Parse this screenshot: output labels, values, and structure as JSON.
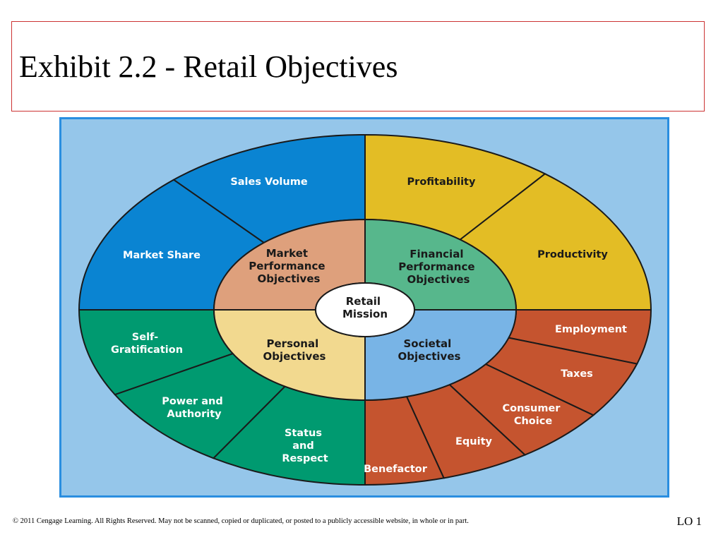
{
  "slide": {
    "title": "Exhibit 2.2 - Retail Objectives",
    "copyright": "© 2011 Cengage Learning. All Rights Reserved. May not be scanned, copied or duplicated, or posted to a publicly accessible website, in whole or in part.",
    "lo_label": "LO 1"
  },
  "colors": {
    "frame_background": "#95c6ea",
    "frame_border": "#2a8ee0",
    "market_outer": "#0a84d2",
    "market_inner": "#dea07c",
    "financial_outer": "#e3bd25",
    "financial_inner": "#57b78c",
    "personal_outer": "#009a70",
    "personal_inner": "#f2d98f",
    "societal_outer": "#c5542f",
    "societal_inner": "#78b4e6",
    "center": "#ffffff"
  },
  "diagram": {
    "center": {
      "lines": [
        "Retail",
        "Mission"
      ]
    },
    "quadrants": [
      {
        "id": "market",
        "inner_lines": [
          "Market",
          "Performance",
          "Objectives"
        ],
        "outer": [
          {
            "lines": [
              "Sales Volume"
            ]
          },
          {
            "lines": [
              "Market Share"
            ]
          }
        ]
      },
      {
        "id": "financial",
        "inner_lines": [
          "Financial",
          "Performance",
          "Objectives"
        ],
        "outer": [
          {
            "lines": [
              "Profitability"
            ]
          },
          {
            "lines": [
              "Productivity"
            ]
          }
        ]
      },
      {
        "id": "personal",
        "inner_lines": [
          "Personal",
          "Objectives"
        ],
        "outer": [
          {
            "lines": [
              "Self-",
              "Gratification"
            ]
          },
          {
            "lines": [
              "Power and",
              "Authority"
            ]
          },
          {
            "lines": [
              "Status",
              "and",
              "Respect"
            ]
          }
        ]
      },
      {
        "id": "societal",
        "inner_lines": [
          "Societal",
          "Objectives"
        ],
        "outer": [
          {
            "lines": [
              "Employment"
            ]
          },
          {
            "lines": [
              "Taxes"
            ]
          },
          {
            "lines": [
              "Consumer",
              "Choice"
            ]
          },
          {
            "lines": [
              "Equity"
            ]
          },
          {
            "lines": [
              "Benefactor"
            ]
          }
        ]
      }
    ]
  }
}
